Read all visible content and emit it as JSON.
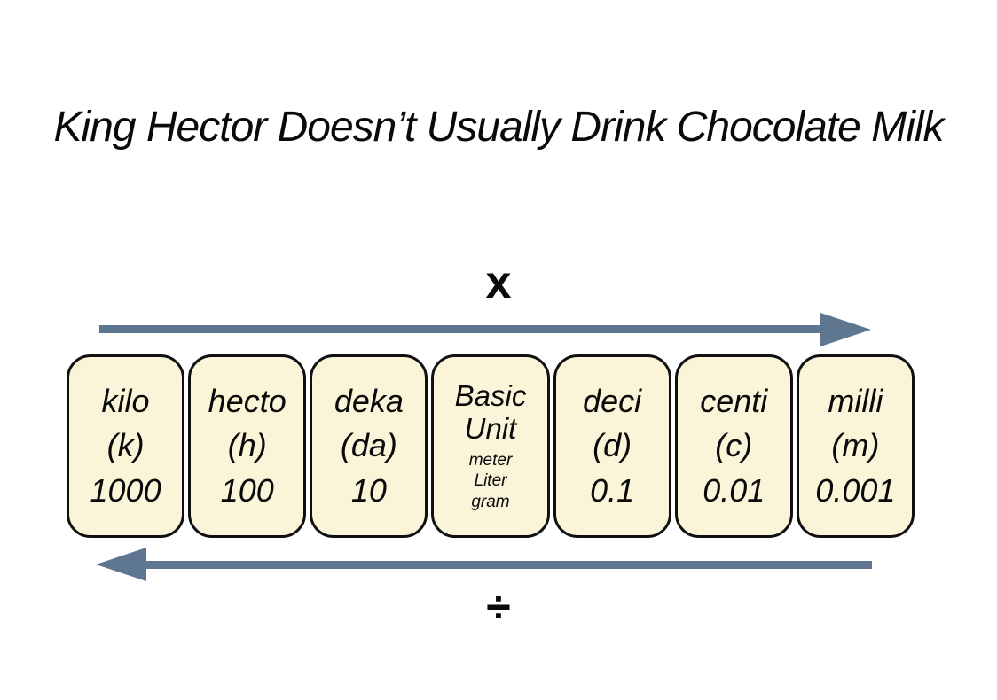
{
  "title": "King Hector Doesn’t Usually Drink Chocolate Milk",
  "operators": {
    "multiply": "x",
    "divide": "÷"
  },
  "colors": {
    "box_fill": "#FAF4D8",
    "box_border": "#101010",
    "arrow": "#5F7690",
    "text": "#0A0A0A"
  },
  "arrows": [
    {
      "direction": "right",
      "label": "multiply"
    },
    {
      "direction": "left",
      "label": "divide"
    }
  ],
  "prefix_boxes": [
    {
      "name": "kilo",
      "symbol": "(k)",
      "value": "1000"
    },
    {
      "name": "hecto",
      "symbol": "(h)",
      "value": "100"
    },
    {
      "name": "deka",
      "symbol": "(da)",
      "value": "10"
    },
    {
      "name": "Basic Unit",
      "units": [
        "meter",
        "Liter",
        "gram"
      ]
    },
    {
      "name": "deci",
      "symbol": "(d)",
      "value": "0.1"
    },
    {
      "name": "centi",
      "symbol": "(c)",
      "value": "0.01"
    },
    {
      "name": "milli",
      "symbol": "(m)",
      "value": "0.001"
    }
  ]
}
